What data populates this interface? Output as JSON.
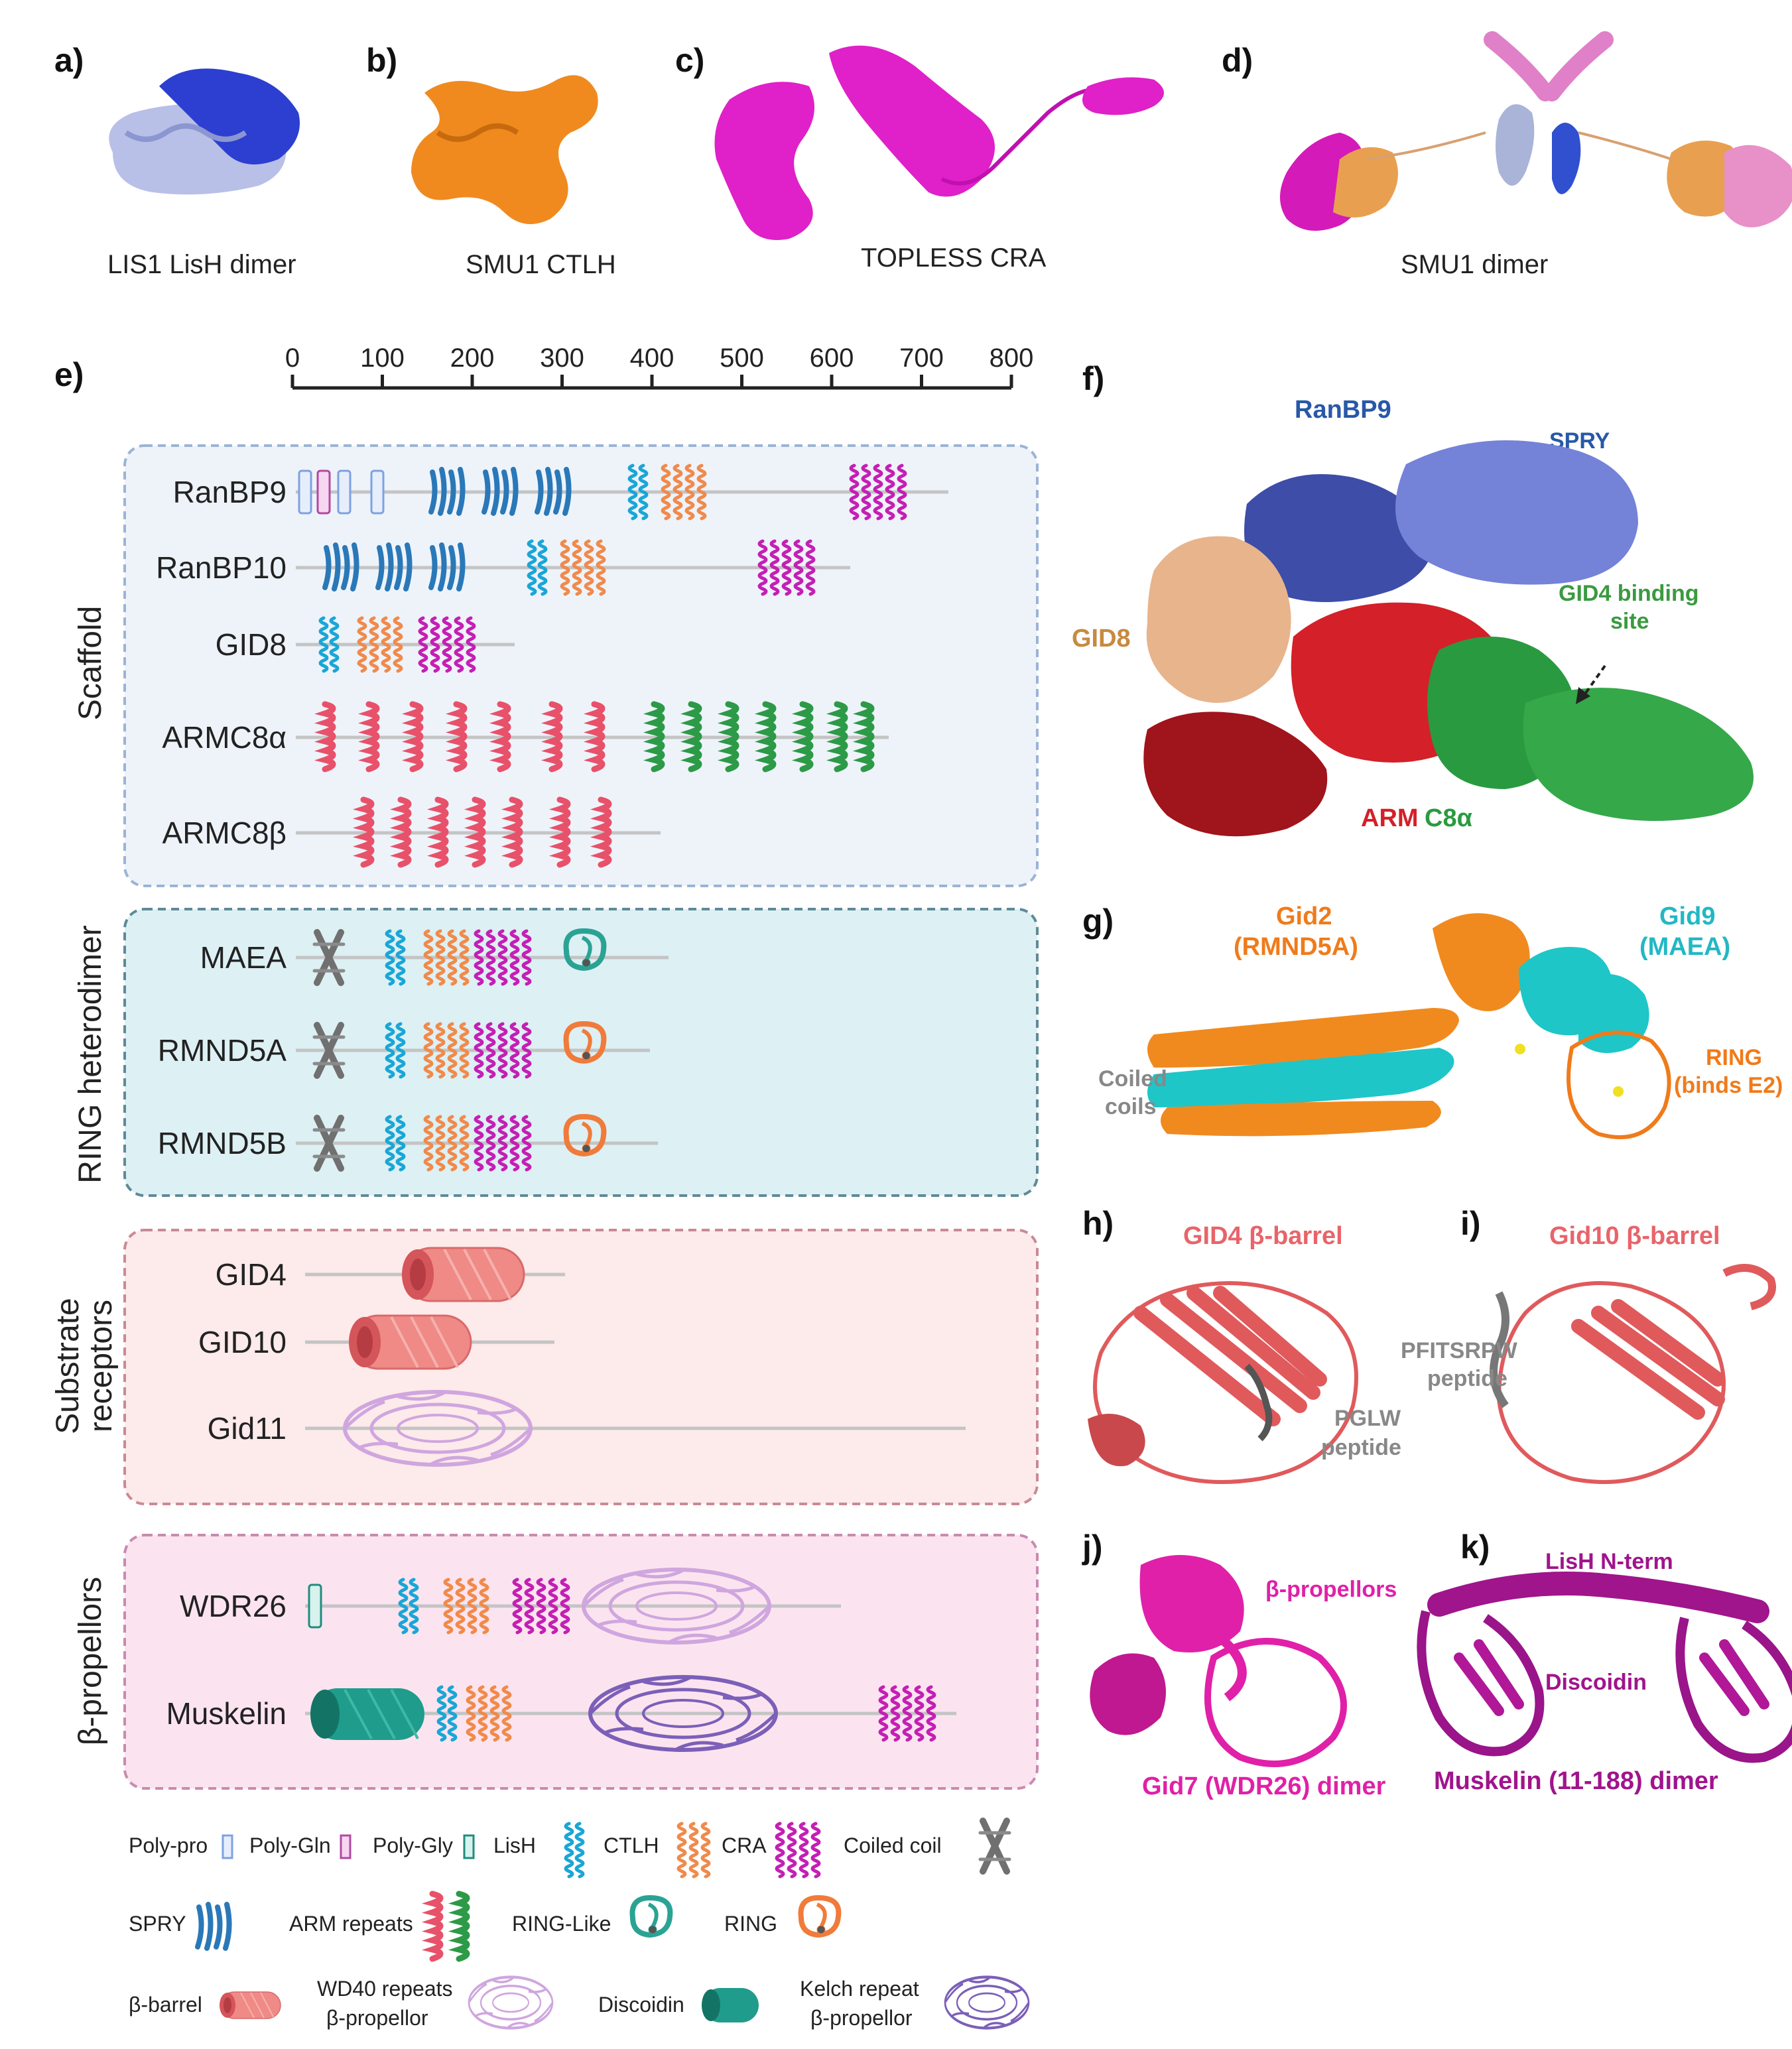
{
  "panels": {
    "a": {
      "label": "a)",
      "caption": "LIS1 LisH dimer"
    },
    "b": {
      "label": "b)",
      "caption": "SMU1 CTLH"
    },
    "c": {
      "label": "c)",
      "caption": "TOPLESS CRA"
    },
    "d": {
      "label": "d)",
      "caption": "SMU1 dimer"
    },
    "e": {
      "label": "e)"
    },
    "f": {
      "label": "f)",
      "ranbp9": "RanBP9",
      "spry": "SPRY",
      "gid8": "GID8",
      "gid4_site_1": "GID4 binding",
      "gid4_site_2": "site",
      "armc8a_1": "ARM",
      "armc8a_2": "C8α"
    },
    "g": {
      "label": "g)",
      "gid2_1": "Gid2",
      "gid2_2": "(RMND5A)",
      "gid9_1": "Gid9",
      "gid9_2": "(MAEA)",
      "coiled_1": "Coiled",
      "coiled_2": "coils",
      "ring_1": "RING",
      "ring_2": "(binds E2)"
    },
    "h": {
      "label": "h)",
      "title": "GID4 β-barrel",
      "pep_1": "PGLW",
      "pep_2": "peptide"
    },
    "i": {
      "label": "i)",
      "title": "Gid10 β-barrel",
      "pep_1": "PFITSRPW",
      "pep_2": "peptide"
    },
    "j": {
      "label": "j)",
      "bprop": "β-propellors",
      "caption": "Gid7 (WDR26) dimer"
    },
    "k": {
      "label": "k)",
      "lish": "LisH N-term",
      "disc": "Discoidin",
      "caption": "Muskelin (11-188) dimer"
    }
  },
  "scale": {
    "ticks": [
      "0",
      "100",
      "200",
      "300",
      "400",
      "500",
      "600",
      "700",
      "800"
    ]
  },
  "groups": {
    "scaffold": "Scaffold",
    "ring_heterodimer": "RING heterodimer",
    "substrate_receptors_1": "Substrate",
    "substrate_receptors_2": "receptors",
    "beta_propellors": "β-propellors"
  },
  "proteins": {
    "ranbp9": "RanBP9",
    "ranbp10": "RanBP10",
    "gid8": "GID8",
    "armc8a": "ARMC8α",
    "armc8b": "ARMC8β",
    "maea": "MAEA",
    "rmnd5a": "RMND5A",
    "rmnd5b": "RMND5B",
    "gid4": "GID4",
    "gid10": "GID10",
    "gid11": "Gid11",
    "wdr26": "WDR26",
    "muskelin": "Muskelin"
  },
  "legend": {
    "polypro": "Poly-pro",
    "polygln": "Poly-Gln",
    "polygly": "Poly-Gly",
    "lish": "LisH",
    "ctlh": "CTLH",
    "cra": "CRA",
    "coiled": "Coiled coil",
    "spry": "SPRY",
    "arm": "ARM repeats",
    "ringlike": "RING-Like",
    "ring": "RING",
    "bbarrel": "β-barrel",
    "wd40_1": "WD40 repeats",
    "wd40_2": "β-propellor",
    "discoidin": "Discoidin",
    "kelch_1": "Kelch repeat",
    "kelch_2": "β-propellor"
  },
  "colors": {
    "lish": "#1aa6d6",
    "ctlh": "#f08a4b",
    "cra": "#c41fb4",
    "arm_red": "#e8516a",
    "arm_green": "#2c9a46",
    "spry": "#2a78b8",
    "coiled": "#707070",
    "bbarrel": "#ef8a86",
    "wd40": "#cfa6df",
    "kelch": "#7b5fb8",
    "discoidin": "#1f9c8c",
    "ringlike": "#2aa394",
    "ring": "#f07b3a",
    "scaffold_bg": "#eef3fa",
    "ring_bg": "#ddf0f4",
    "receptor_bg": "#fdeaea",
    "propellor_bg": "#fbe4ef"
  },
  "icons": [
    "lish-helix-icon",
    "ctlh-helix-icon",
    "cra-helix-icon",
    "arm-repeat-icon",
    "spry-sheet-icon",
    "coiled-coil-icon",
    "beta-barrel-icon",
    "wd40-propellor-icon",
    "kelch-propellor-icon",
    "discoidin-barrel-icon",
    "ring-icon",
    "ring-like-icon"
  ]
}
